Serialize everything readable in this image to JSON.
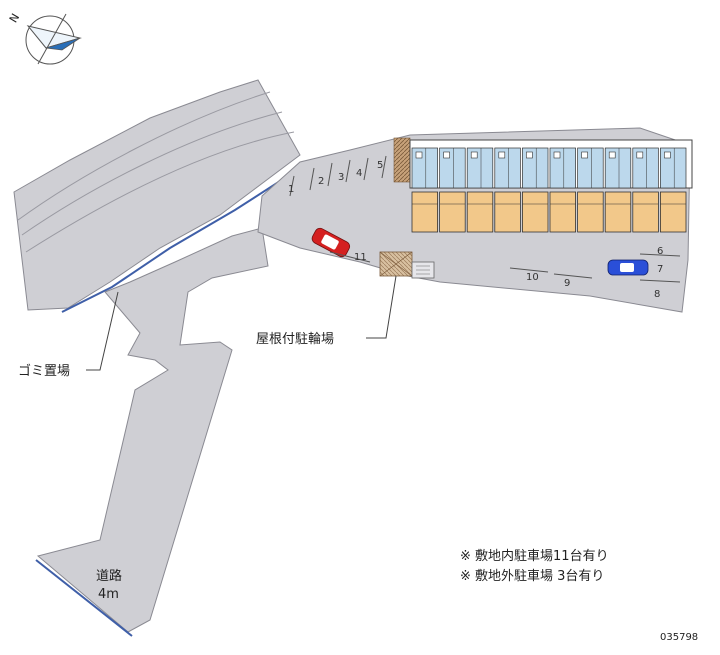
{
  "labels": {
    "covered_bicycle_parking": "屋根付駐輪場",
    "garbage_area": "ゴミ置場",
    "road_name": "道路",
    "road_width": "4m"
  },
  "notes": [
    "※ 敷地内駐車場11台有り",
    "※ 敷地外駐車場 3台有り"
  ],
  "parking_numbers": [
    "1",
    "2",
    "3",
    "4",
    "5",
    "6",
    "7",
    "8",
    "9",
    "10",
    "11"
  ],
  "map_id": "035798",
  "compass_letter": "N",
  "colors": {
    "lot_fill": "#cfcfd4",
    "lot_stroke": "#8a8a92",
    "building_fill": "#f2c88a",
    "building_window": "#bcd8ec",
    "roof_hatch": "#a08060",
    "car_red": "#d42020",
    "car_blue": "#2a4fd8"
  }
}
